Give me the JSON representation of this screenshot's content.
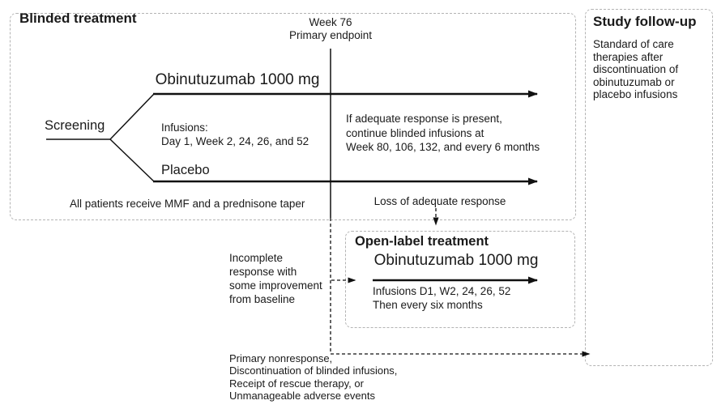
{
  "diagram": {
    "blinded": {
      "title": "Blinded treatment",
      "week76_label": "Week 76\nPrimary endpoint",
      "obinutuzumab_arm": "Obinutuzumab 1000 mg",
      "screening": "Screening",
      "infusions_schedule": "Infusions:\nDay 1, Week 2, 24, 26, and 52",
      "placebo_arm": "Placebo",
      "adequate_response": "If adequate response is present,\ncontinue blinded infusions at\nWeek 80, 106, 132, and every 6 months",
      "footnote": "All patients receive MMF and a prednisone taper"
    },
    "followup": {
      "title": "Study follow-up",
      "body": "Standard of care\ntherapies after\ndiscontinuation of\nobinutuzumab or\nplacebo infusions"
    },
    "open_label": {
      "title": "Open-label treatment",
      "drug": "Obinutuzumab 1000 mg",
      "infusions_schedule": "Infusions D1, W2, 24, 26, 52\nThen every six months"
    },
    "transitions": {
      "loss_of_response": "Loss of adequate response",
      "incomplete_response": "Incomplete\nresponse with\nsome improvement\nfrom baseline",
      "nonresponse": "Primary nonresponse,\nDiscontinuation of blinded infusions,\nReceipt of rescue therapy, or\nUnmanageable adverse events"
    },
    "colors": {
      "line": "#111111",
      "box_border": "#b3b3b3",
      "background": "#ffffff",
      "text": "#1a1a1a"
    }
  }
}
